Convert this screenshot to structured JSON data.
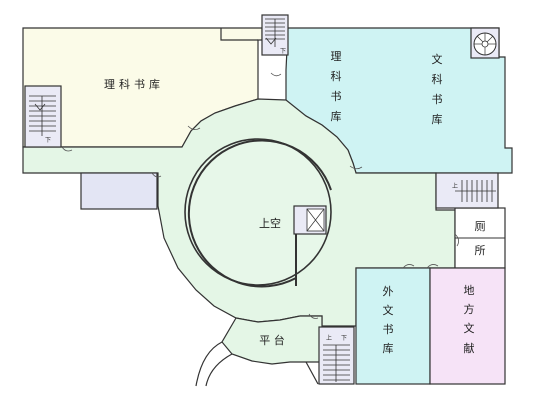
{
  "rooms": {
    "science_stacks": "理科书库",
    "science_stacks_lines": [
      "理",
      "科",
      "书",
      "库"
    ],
    "liberal_arts_lines": [
      "文",
      "科",
      "书",
      "库"
    ],
    "atrium_void": "上空",
    "toilet_lines": [
      "厕",
      "所"
    ],
    "foreign_lines": [
      "外",
      "文",
      "书",
      "库"
    ],
    "local_lines": [
      "地",
      "方",
      "文",
      "献"
    ],
    "terrace": "平 台"
  },
  "stair_marks": {
    "down": "下",
    "up": "上"
  },
  "colors": {
    "science_fill": "#fbfbe8",
    "arts_fill": "#cff3f3",
    "corridor_fill": "#e4f6e6",
    "atrium_fill": "#e7f7e9",
    "local_fill": "#f6e3f7",
    "stair_fill": "#eaeaf6",
    "lilac_fill": "#e3e5f4",
    "wall": "#333333"
  }
}
